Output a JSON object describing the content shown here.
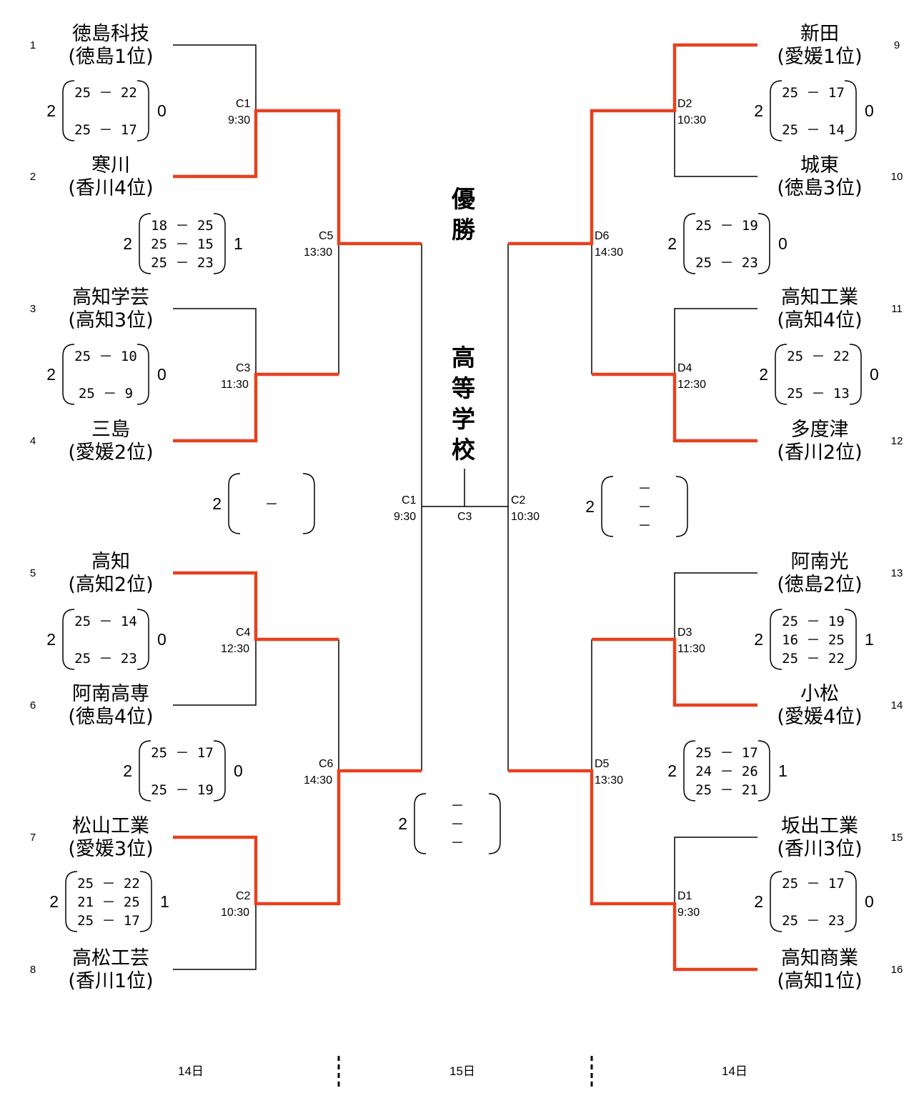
{
  "teams": [
    {
      "seed": "1",
      "name": "徳島科技",
      "pref": "(徳島1位)"
    },
    {
      "seed": "2",
      "name": "寒川",
      "pref": "(香川4位)"
    },
    {
      "seed": "3",
      "name": "高知学芸",
      "pref": "(高知3位)"
    },
    {
      "seed": "4",
      "name": "三島",
      "pref": "(愛媛2位)"
    },
    {
      "seed": "5",
      "name": "高知",
      "pref": "(高知2位)"
    },
    {
      "seed": "6",
      "name": "阿南高専",
      "pref": "(徳島4位)"
    },
    {
      "seed": "7",
      "name": "松山工業",
      "pref": "(愛媛3位)"
    },
    {
      "seed": "8",
      "name": "高松工芸",
      "pref": "(香川1位)"
    },
    {
      "seed": "9",
      "name": "新田",
      "pref": "(愛媛1位)"
    },
    {
      "seed": "10",
      "name": "城東",
      "pref": "(徳島3位)"
    },
    {
      "seed": "11",
      "name": "高知工業",
      "pref": "(高知4位)"
    },
    {
      "seed": "12",
      "name": "多度津",
      "pref": "(香川2位)"
    },
    {
      "seed": "13",
      "name": "阿南光",
      "pref": "(徳島2位)"
    },
    {
      "seed": "14",
      "name": "小松",
      "pref": "(愛媛4位)"
    },
    {
      "seed": "15",
      "name": "坂出工業",
      "pref": "(香川3位)"
    },
    {
      "seed": "16",
      "name": "高知商業",
      "pref": "(高知1位)"
    }
  ],
  "matches": {
    "C1": {
      "label": "C1",
      "time": "9:30"
    },
    "C2": {
      "label": "C2",
      "time": "10:30"
    },
    "C3": {
      "label": "C3",
      "time": "11:30"
    },
    "C4": {
      "label": "C4",
      "time": "12:30"
    },
    "C5": {
      "label": "C5",
      "time": "13:30"
    },
    "C6": {
      "label": "C6",
      "time": "14:30"
    },
    "D1": {
      "label": "D1",
      "time": "9:30"
    },
    "D2": {
      "label": "D2",
      "time": "10:30"
    },
    "D3": {
      "label": "D3",
      "time": "11:30"
    },
    "D4": {
      "label": "D4",
      "time": "12:30"
    },
    "D5": {
      "label": "D5",
      "time": "13:30"
    },
    "D6": {
      "label": "D6",
      "time": "14:30"
    },
    "F1": {
      "label": "C1",
      "time": "9:30"
    },
    "F2": {
      "label": "C2",
      "time": "10:30"
    },
    "F3": {
      "label": "C3",
      "time": ""
    }
  },
  "scores": [
    {
      "left": "2",
      "sets": [
        "25 － 22",
        "",
        "25 － 17"
      ],
      "right": "0"
    },
    {
      "left": "2",
      "sets": [
        "18 － 25",
        "25 － 15",
        "25 － 23"
      ],
      "right": "1"
    },
    {
      "left": "2",
      "sets": [
        "25 － 10",
        "",
        "25 －  9"
      ],
      "right": "0"
    },
    {
      "left": "2",
      "sets": [
        "",
        "－",
        ""
      ],
      "right": ""
    },
    {
      "left": "2",
      "sets": [
        "25 － 14",
        "",
        "25 － 23"
      ],
      "right": "0"
    },
    {
      "left": "2",
      "sets": [
        "25 － 17",
        "",
        "25 － 19"
      ],
      "right": "0"
    },
    {
      "left": "2",
      "sets": [
        "25 － 22",
        "21 － 25",
        "25 － 17"
      ],
      "right": "1"
    },
    {
      "left": "2",
      "sets": [
        "25 － 17",
        "",
        "25 － 14"
      ],
      "right": "0"
    },
    {
      "left": "2",
      "sets": [
        "25 － 19",
        "",
        "25 － 23"
      ],
      "right": "0"
    },
    {
      "left": "2",
      "sets": [
        "25 － 22",
        "",
        "25 － 13"
      ],
      "right": "0"
    },
    {
      "left": "2",
      "sets": [
        "－",
        "－",
        "－"
      ],
      "right": ""
    },
    {
      "left": "2",
      "sets": [
        "25 － 19",
        "16 － 25",
        "25 － 22"
      ],
      "right": "1"
    },
    {
      "left": "2",
      "sets": [
        "25 － 17",
        "24 － 26",
        "25 － 21"
      ],
      "right": "1"
    },
    {
      "left": "2",
      "sets": [
        "25 － 17",
        "",
        "25 － 23"
      ],
      "right": "0"
    },
    {
      "left": "2",
      "sets": [
        "－",
        "－",
        "－"
      ],
      "right": ""
    }
  ],
  "title_top": [
    "優",
    "勝"
  ],
  "title_bottom": [
    "高",
    "等",
    "学",
    "校"
  ],
  "days": [
    "14日",
    "15日",
    "14日"
  ],
  "colors": {
    "winner_line": "#e8401e",
    "line": "#000000"
  }
}
